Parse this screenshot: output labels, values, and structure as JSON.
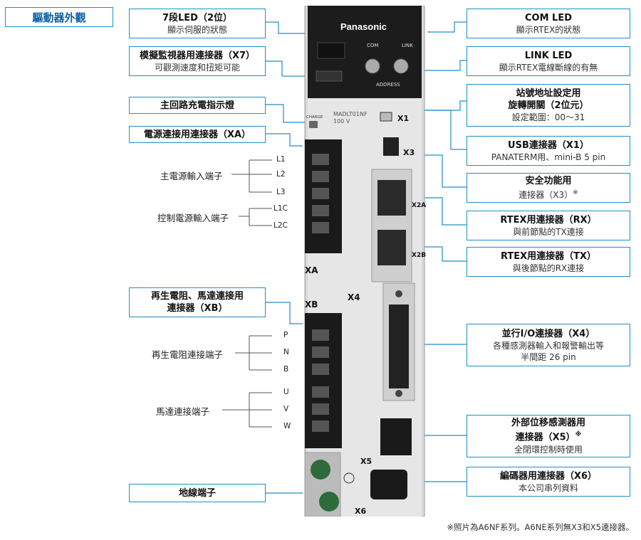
{
  "title": "驅動器外觀",
  "device": {
    "brand": "Panasonic",
    "model": "MADLT01NF",
    "voltage": "100 V",
    "charge": "CHARGE",
    "com": "COM",
    "link": "LINK",
    "address": "ADDRESS",
    "ports": {
      "x1": "X1",
      "x3": "X3",
      "x2a": "X2A",
      "x2b": "X2B",
      "xa": "XA",
      "xb": "XB",
      "x4": "X4",
      "x5": "X5",
      "x6": "X6"
    }
  },
  "left": {
    "led7": {
      "title": "7段LED（2位）",
      "sub": "顯示伺服的狀態"
    },
    "x7": {
      "title": "模擬監視器用連接器（X7）",
      "sub": "可觀測速度和扭矩可能"
    },
    "charge": {
      "title": "主回路充電指示燈"
    },
    "xa": {
      "title": "電源連接用連接器（XA）"
    },
    "main_power": "主電源輸入端子",
    "control_power": "控制電源輸入端子",
    "xb": {
      "line1": "再生電阻、馬達連接用",
      "line2": "連接器（XB）"
    },
    "regen": "再生電阻連接端子",
    "motor": "馬達連接端子",
    "ground": {
      "title": "地線端子"
    }
  },
  "pins": {
    "l1": "L1",
    "l2": "L2",
    "l3": "L3",
    "l1c": "L1C",
    "l2c": "L2C",
    "p": "P",
    "n": "N",
    "b": "B",
    "u": "U",
    "v": "V",
    "w": "W"
  },
  "right": {
    "com_led": {
      "title": "COM LED",
      "sub": "顯示RTEX的狀態"
    },
    "link_led": {
      "title": "LINK LED",
      "sub": "顯示RTEX電線斷線的有無"
    },
    "addr": {
      "line1": "站號地址設定用",
      "line2": "旋轉開關（2位元）",
      "sub": "設定範圍：00～31"
    },
    "usb": {
      "title": "USB連接器（X1）",
      "sub": "PANATERM用、mini-B 5 pin"
    },
    "safety": {
      "title": "安全功能用",
      "sub": "連接器（X3）",
      "mark": "※"
    },
    "rx": {
      "title": "RTEX用連接器（RX）",
      "sub": "與前節點的TX連接"
    },
    "tx": {
      "title": "RTEX用連接器（TX）",
      "sub": "與後節點的RX連接"
    },
    "x4": {
      "title": "並行I/O連接器（X4）",
      "sub1": "各種感測器輸入和報警輸出等",
      "sub2": "半間距 26 pin"
    },
    "x5": {
      "title": "外部位移感測器用",
      "sub": "連接器（X5）",
      "mark": "※",
      "sub2": "全閉環控制時使用"
    },
    "x6": {
      "title": "編碼器用連接器（X6）",
      "sub": "本公司串列資料"
    }
  },
  "footnote": "※照片為A6NF系列。A6NE系列無X3和X5連接器。"
}
